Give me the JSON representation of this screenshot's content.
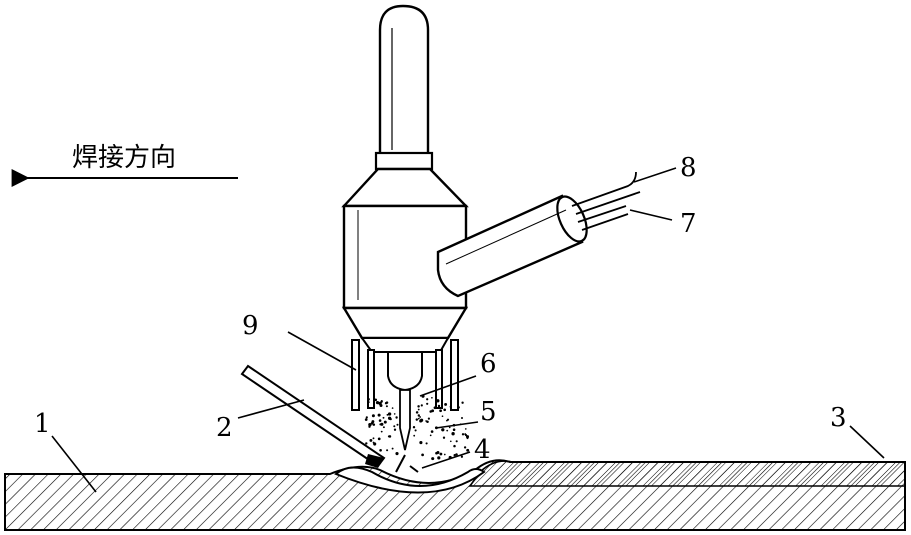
{
  "direction": {
    "text": "焊接方向"
  },
  "labels": [
    {
      "id": "1",
      "text": "1"
    },
    {
      "id": "2",
      "text": "2"
    },
    {
      "id": "3",
      "text": "3"
    },
    {
      "id": "4",
      "text": "4"
    },
    {
      "id": "5",
      "text": "5"
    },
    {
      "id": "6",
      "text": "6"
    },
    {
      "id": "7",
      "text": "7"
    },
    {
      "id": "8",
      "text": "8"
    },
    {
      "id": "9",
      "text": "9"
    }
  ]
}
